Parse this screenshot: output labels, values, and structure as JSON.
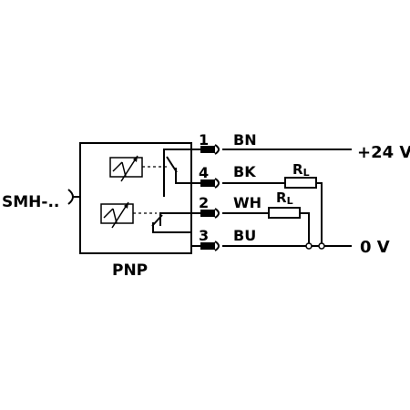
{
  "sensor_label": "SMH-..",
  "output_type": "PNP",
  "pins": [
    {
      "number": "1",
      "wire": "BN"
    },
    {
      "number": "4",
      "wire": "BK"
    },
    {
      "number": "2",
      "wire": "WH"
    },
    {
      "number": "3",
      "wire": "BU"
    }
  ],
  "supply_positive": "+24 V",
  "supply_negative": "0 V",
  "load_resistor": {
    "symbol": "R",
    "subscript": "L"
  }
}
